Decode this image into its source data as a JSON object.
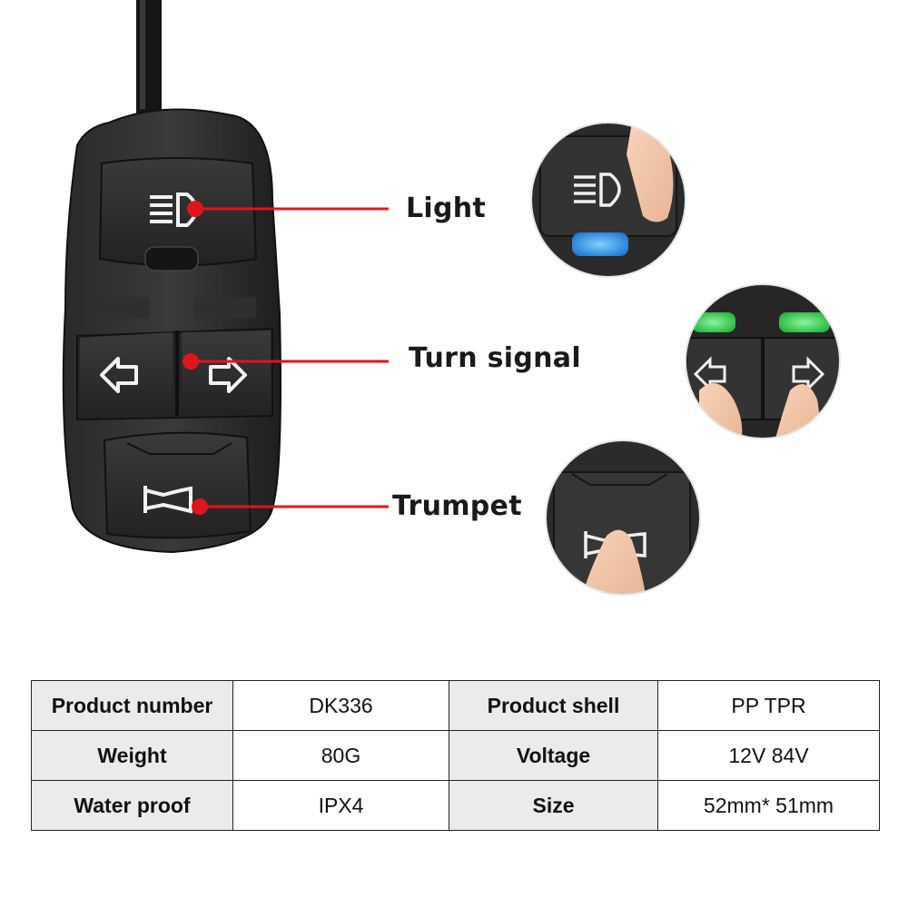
{
  "callouts": {
    "light": "Light",
    "turn_signal": "Turn signal",
    "trumpet": "Trumpet"
  },
  "specs": [
    {
      "label_a": "Product number",
      "value_a": "DK336",
      "label_b": "Product shell",
      "value_b": "PP TPR"
    },
    {
      "label_a": "Weight",
      "value_a": "80G",
      "label_b": "Voltage",
      "value_b": "12V 84V"
    },
    {
      "label_a": "Water proof",
      "value_a": "IPX4",
      "label_b": "Size",
      "value_b": "52mm* 51mm"
    }
  ],
  "colors": {
    "pointer": "#e0151b",
    "indicator_light": "#2f8de4",
    "indicator_turn": "#3fd35a",
    "body": "#262626",
    "skin": "#f2c6a8"
  },
  "icons": [
    "headlight-icon",
    "arrow-left-icon",
    "arrow-right-icon",
    "horn-icon",
    "finger-icon"
  ]
}
